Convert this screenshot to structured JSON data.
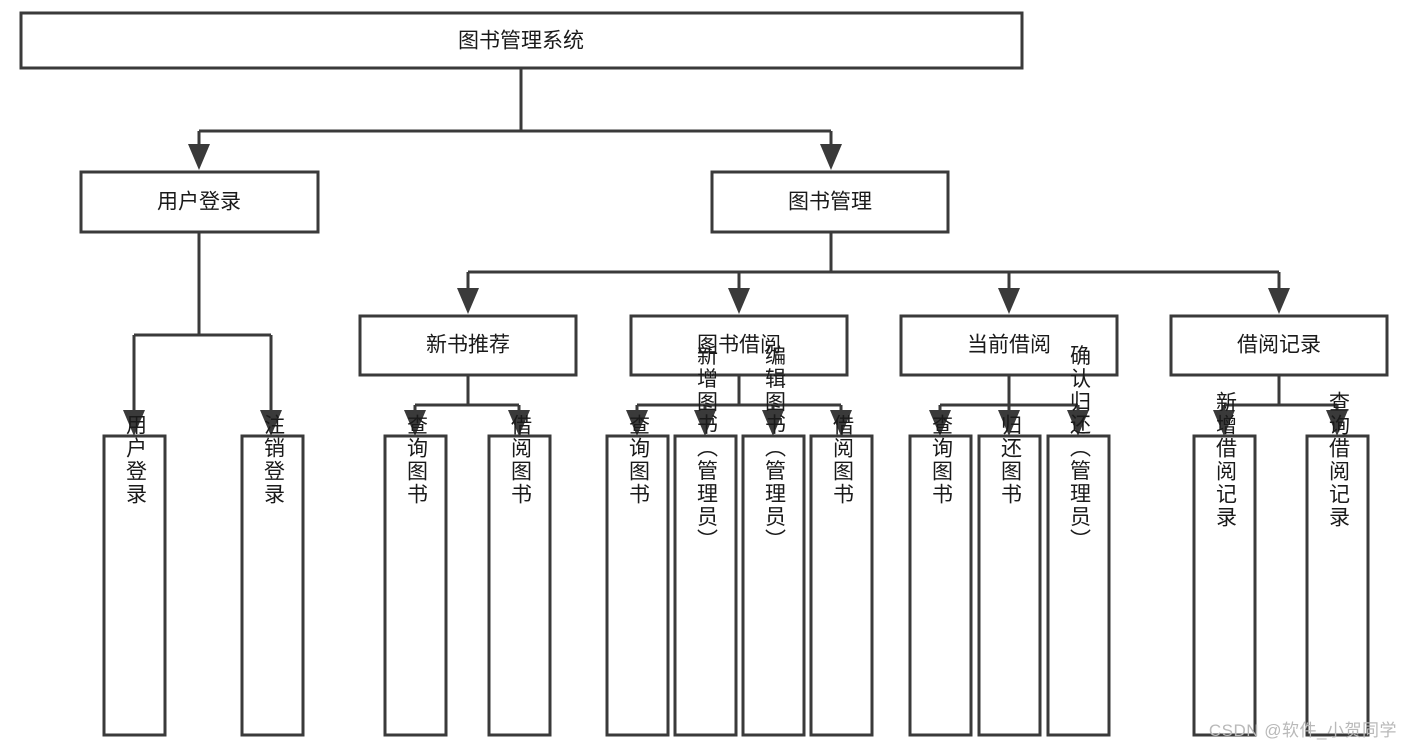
{
  "diagram": {
    "type": "tree-hierarchy",
    "title": "图书管理系统",
    "orientation": "top-down",
    "colors": {
      "stroke": "#3a3a3a",
      "box_fill": "#ffffff",
      "text": "#1a1a1a",
      "background": "#ffffff",
      "watermark": "#b9b9b9"
    },
    "levels": {
      "root": {
        "label": "图书管理系统"
      },
      "level2": [
        {
          "label": "用户登录"
        },
        {
          "label": "图书管理"
        }
      ],
      "level3": [
        {
          "label": "新书推荐"
        },
        {
          "label": "图书借阅"
        },
        {
          "label": "当前借阅"
        },
        {
          "label": "借阅记录"
        }
      ]
    },
    "leaves": {
      "user_login": [
        {
          "label": "用户登录"
        },
        {
          "label": "注销登录"
        }
      ],
      "new_book_recommend": [
        {
          "label": "查询图书"
        },
        {
          "label": "借阅图书"
        }
      ],
      "book_borrow": [
        {
          "label": "查询图书"
        },
        {
          "label": "新增图书（管理员）"
        },
        {
          "label": "编辑图书（管理员）"
        },
        {
          "label": "借阅图书"
        }
      ],
      "current_borrow": [
        {
          "label": "查询图书"
        },
        {
          "label": "归还图书"
        },
        {
          "label": "确认归还（管理员）"
        }
      ],
      "borrow_record": [
        {
          "label": "新增借阅记录"
        },
        {
          "label": "查询借阅记录"
        }
      ]
    }
  },
  "watermark": {
    "text": "CSDN @软件_小贺同学"
  }
}
